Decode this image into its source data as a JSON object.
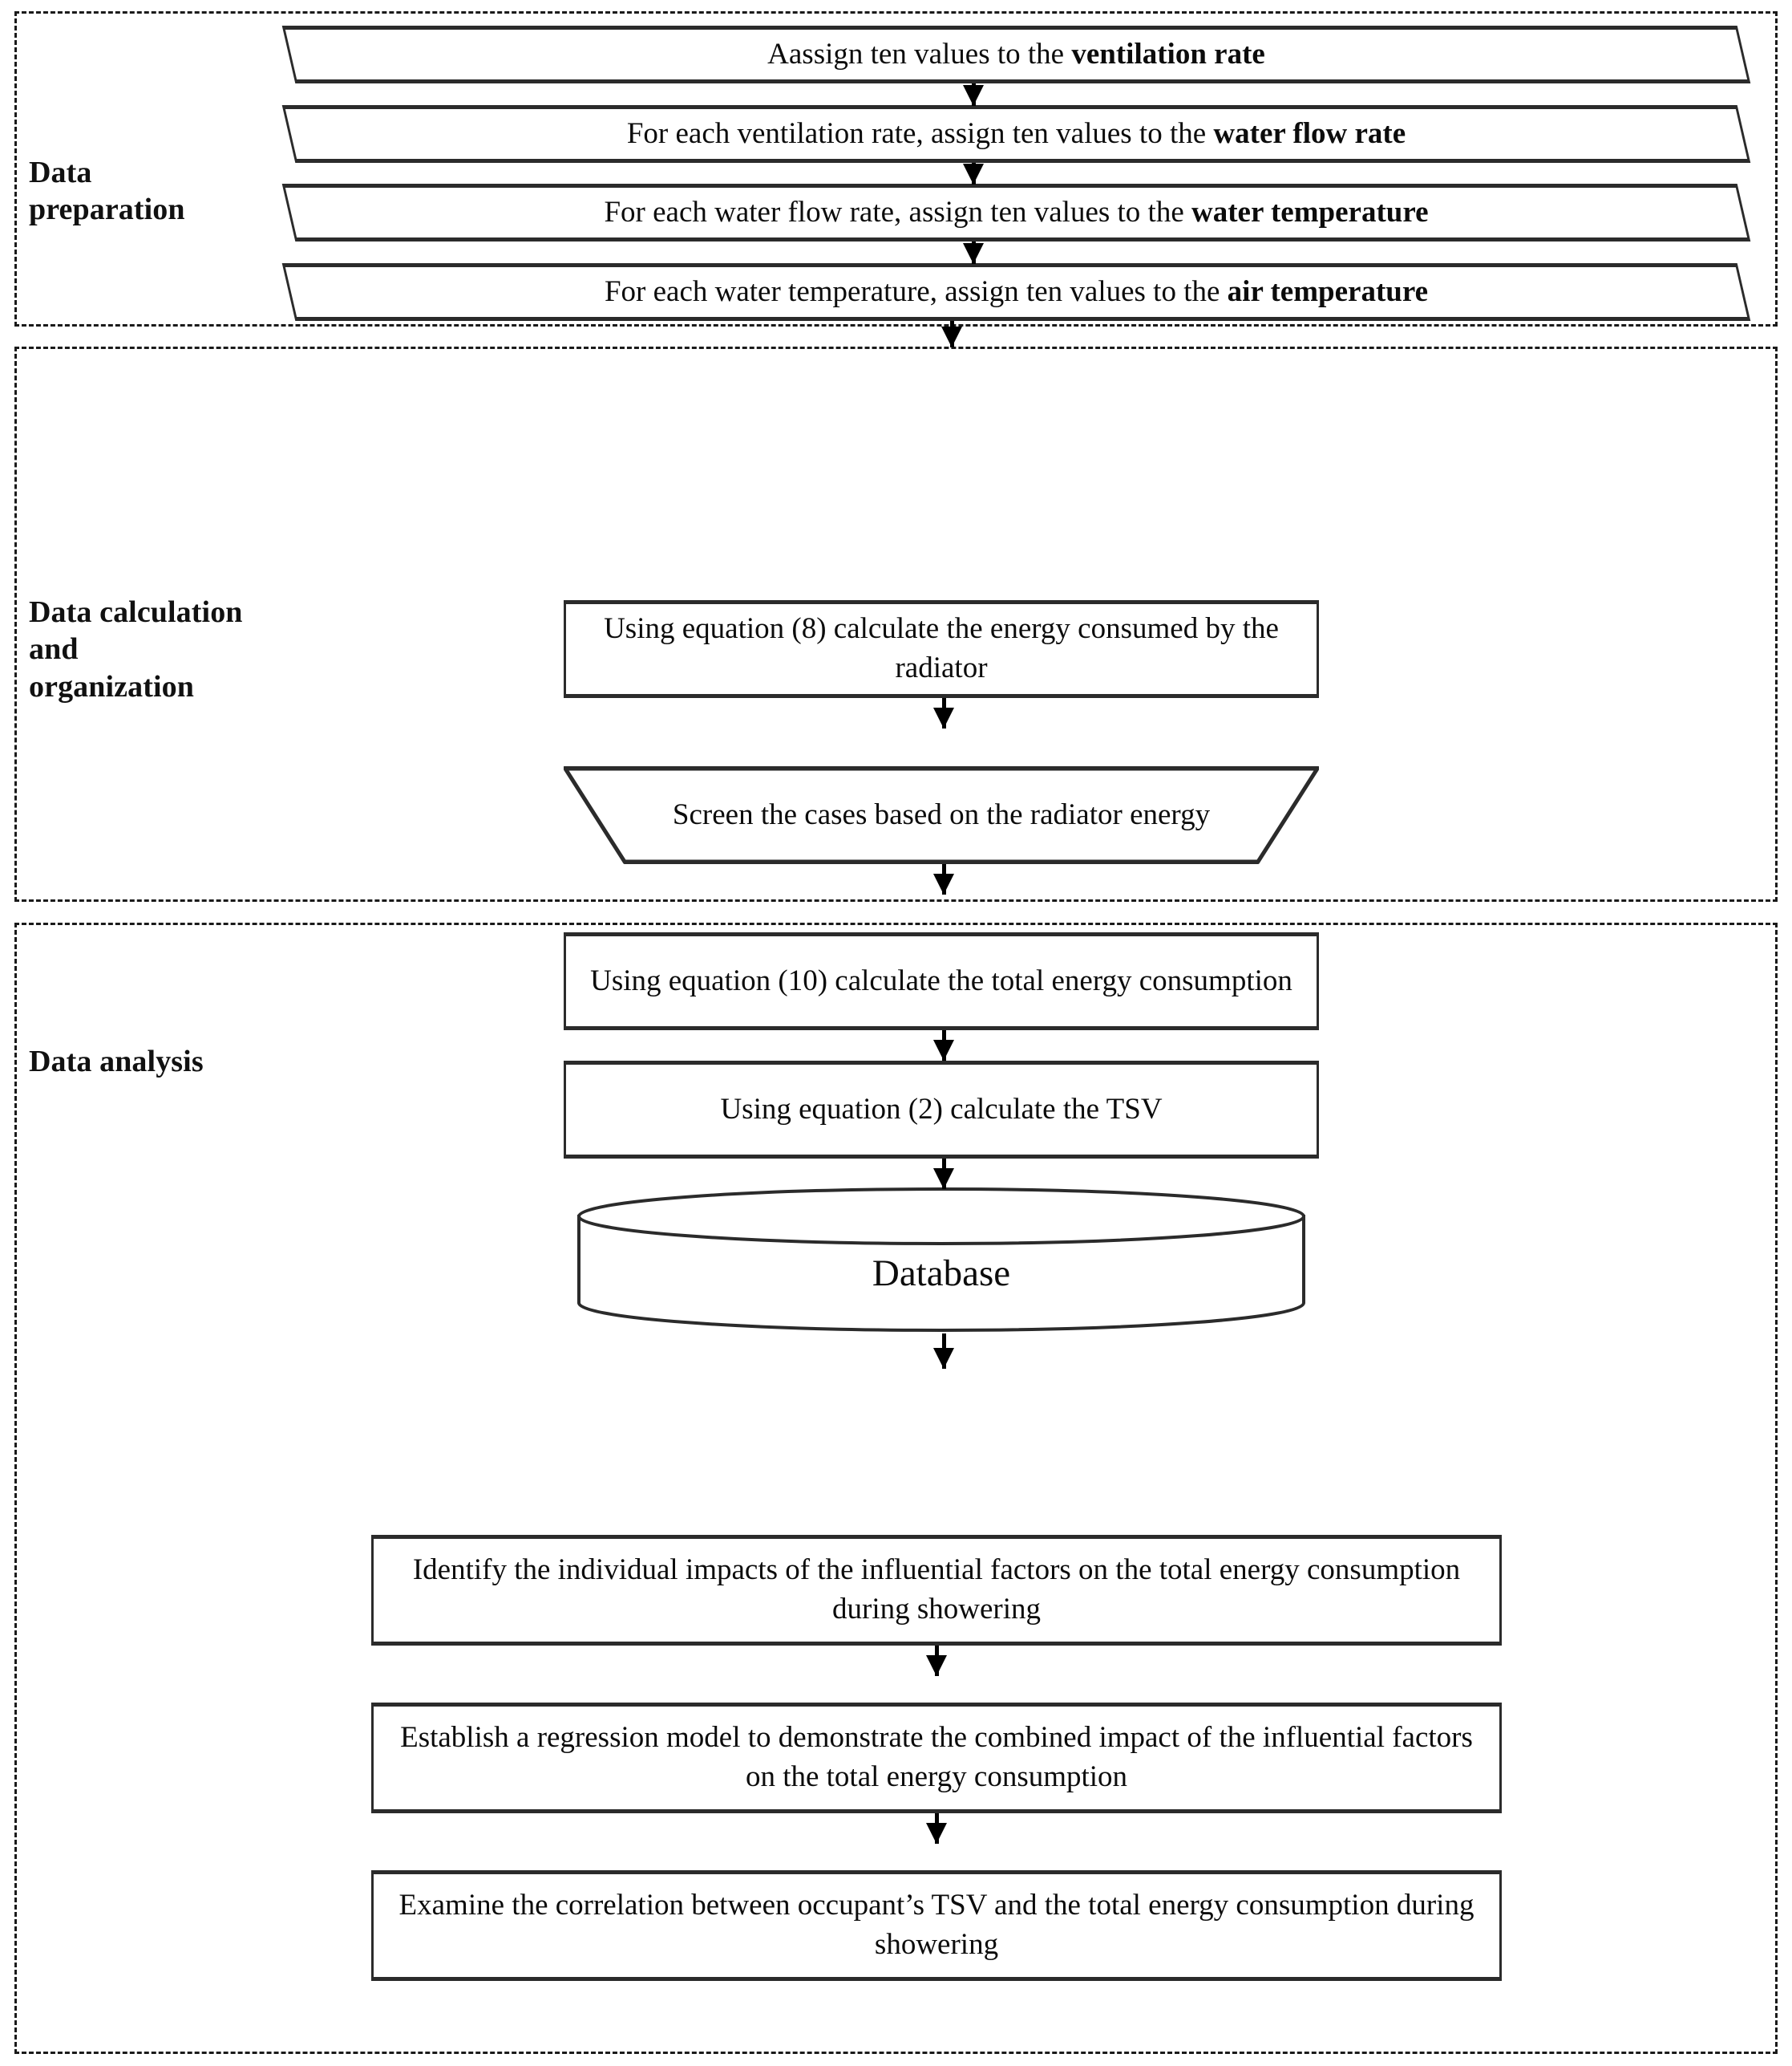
{
  "diagram": {
    "title": "Research methodology flowchart",
    "sections": [
      {
        "id": "data-preparation",
        "label": "Data\npreparation",
        "steps": [
          {
            "shape": "parallelogram",
            "text_plain": "Aassign ten values to the ventilation rate",
            "text_lead": "Aassign ten values to the ",
            "text_bold": "ventilation rate",
            "text_tail": ""
          },
          {
            "shape": "parallelogram",
            "text_plain": "For each ventilation rate, assign ten values to the water flow rate",
            "text_lead": "For each ventilation rate, assign ten values to the ",
            "text_bold": "water flow rate",
            "text_tail": ""
          },
          {
            "shape": "parallelogram",
            "text_plain": "For each water flow rate, assign ten values to the water temperature",
            "text_lead": "For each water flow rate, assign ten values to the ",
            "text_bold": "water temperature",
            "text_tail": ""
          },
          {
            "shape": "parallelogram",
            "text_plain": "For each water temperature, assign ten values to the air temperature",
            "text_lead": "For each water temperature, assign ten values to the ",
            "text_bold": "air temperature",
            "text_tail": ""
          }
        ]
      },
      {
        "id": "data-calculation-and-organization",
        "label": "Data calculation\nand\norganization",
        "steps": [
          {
            "shape": "rectangle",
            "text_plain": "Using equation (8) calculate the energy consumed by the radiator"
          },
          {
            "shape": "trapezoid",
            "text_plain": "Screen the cases based on the radiator energy"
          },
          {
            "shape": "rectangle",
            "text_plain": "Using equation (10) calculate the total energy consumption"
          },
          {
            "shape": "rectangle",
            "text_plain": "Using equation (2) calculate the TSV"
          },
          {
            "shape": "cylinder",
            "text_plain": "Database"
          }
        ]
      },
      {
        "id": "data-analysis",
        "label": "Data analysis",
        "steps": [
          {
            "shape": "rectangle",
            "text_plain": "Identify the individual impacts of the influential factors on the total energy consumption during showering"
          },
          {
            "shape": "rectangle",
            "text_plain": "Establish a regression model to demonstrate the combined impact of the influential factors on the total energy consumption"
          },
          {
            "shape": "rectangle",
            "text_plain": "Examine the correlation between occupant’s TSV and the total energy consumption during showering"
          }
        ]
      }
    ],
    "colors": {
      "stroke": "#2b2b2b",
      "section_border": "#1a1a1a",
      "text": "#0c0c0c",
      "background": "#ffffff",
      "arrow": "#000000"
    }
  }
}
